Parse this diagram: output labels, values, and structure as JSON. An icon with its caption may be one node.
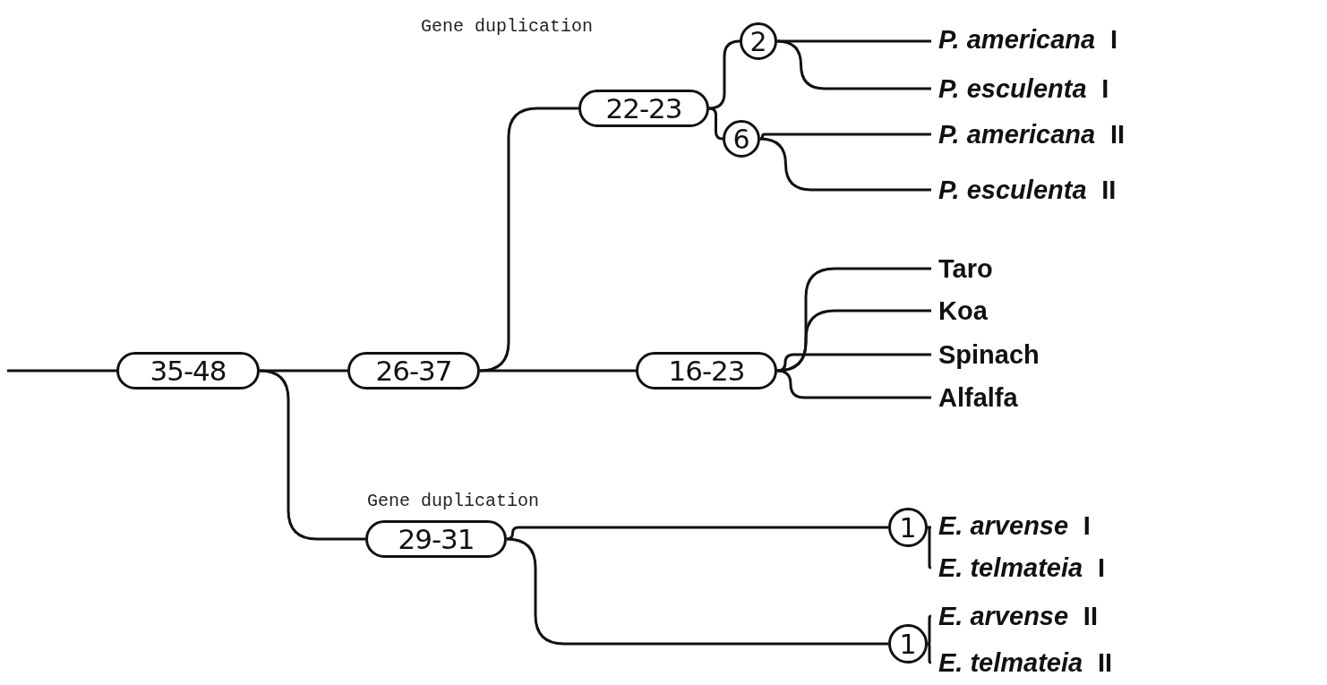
{
  "diagram": {
    "nodes": [
      {
        "text": [
          "35-48"
        ]
      },
      {
        "text": [
          "26-37"
        ]
      },
      {
        "text": [
          "22-23"
        ]
      },
      {
        "text": [
          "2"
        ]
      },
      {
        "text": [
          "6"
        ]
      },
      {
        "text": [
          "16-23"
        ]
      },
      {
        "text": [
          "29-31"
        ]
      },
      {
        "text": [
          "1"
        ]
      },
      {
        "text": [
          "1"
        ]
      },
      {
        "text": [
          "*P. americana* I"
        ]
      },
      {
        "text": [
          "*P. esculenta* I"
        ]
      },
      {
        "text": [
          "*P. americana* II"
        ]
      },
      {
        "text": [
          "*P. esculenta* II"
        ]
      },
      {
        "text": [
          "Taro"
        ]
      },
      {
        "text": [
          "Koa"
        ]
      },
      {
        "text": [
          "Spinach"
        ]
      },
      {
        "text": [
          "Alfalfa"
        ]
      },
      {
        "text": [
          "*E. arvense* I"
        ]
      },
      {
        "text": [
          "*E. telmateia* I"
        ]
      },
      {
        "text": [
          "*E. arvense* II"
        ]
      },
      {
        "text": [
          "*E. telmateia* II"
        ]
      }
    ],
    "edges": [
      {
        "from": null,
        "to": 0,
        "arrow": "none"
      },
      {
        "from": 0,
        "to": 1,
        "arrow": "none"
      },
      {
        "from": 1,
        "to": 2,
        "arrow": "none"
      },
      {
        "from": 1,
        "to": 5,
        "arrow": "none"
      },
      {
        "from": 0,
        "to": 6,
        "arrow": "none"
      },
      {
        "from": 2,
        "to": 3,
        "arrow": "none"
      },
      {
        "from": 2,
        "to": 4,
        "arrow": "none"
      },
      {
        "from": 3,
        "to": 9,
        "arrow": "none"
      },
      {
        "from": 3,
        "to": 10,
        "arrow": "none"
      },
      {
        "from": 4,
        "to": 11,
        "arrow": "none"
      },
      {
        "from": 4,
        "to": 12,
        "arrow": "none"
      },
      {
        "from": 5,
        "to": 13,
        "arrow": "none"
      },
      {
        "from": 5,
        "to": 14,
        "arrow": "none"
      },
      {
        "from": 5,
        "to": 15,
        "arrow": "none"
      },
      {
        "from": 5,
        "to": 16,
        "arrow": "none"
      },
      {
        "from": 6,
        "to": 7,
        "arrow": "none"
      },
      {
        "from": 6,
        "to": 8,
        "arrow": "none"
      },
      {
        "from": 7,
        "to": 17,
        "arrow": "none"
      },
      {
        "from": 7,
        "to": 18,
        "arrow": "none"
      },
      {
        "from": 8,
        "to": 19,
        "arrow": "none"
      },
      {
        "from": 8,
        "to": 20,
        "arrow": "none"
      }
    ],
    "labels": [
      "Gene duplication",
      "Gene duplication"
    ]
  }
}
